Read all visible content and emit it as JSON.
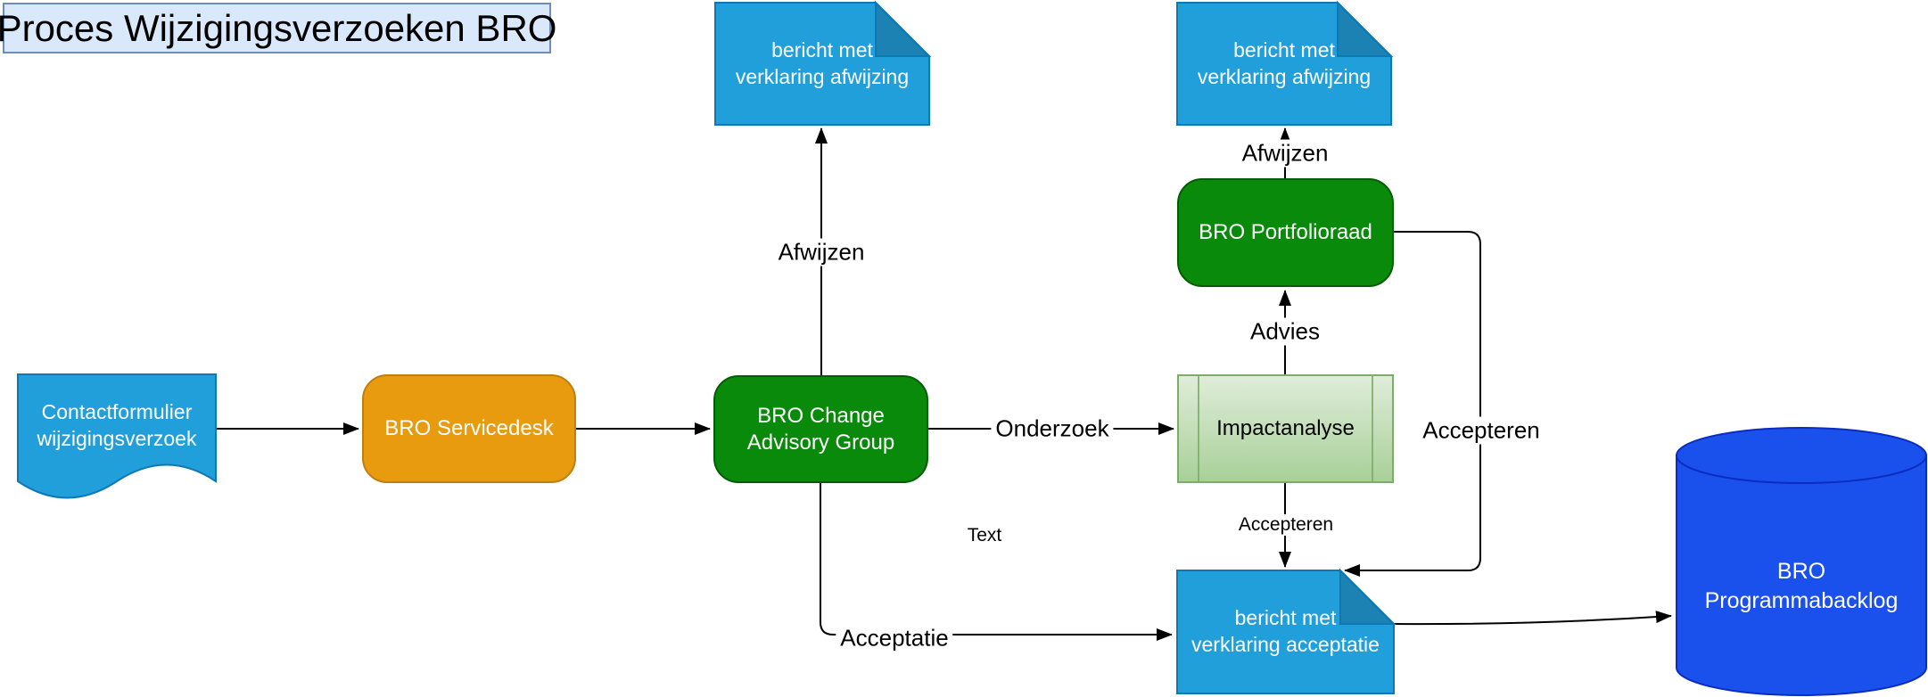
{
  "title": {
    "label": "Proces Wijzigingsverzoeken BRO"
  },
  "nodes": {
    "contactformulier": {
      "label": "Contactformulier\nwijzigingsverzoek",
      "type": "document"
    },
    "servicedesk": {
      "label": "BRO Servicedesk",
      "type": "rounded-rectangle"
    },
    "cag": {
      "label": "BRO Change\nAdvisory Group",
      "type": "rounded-rectangle"
    },
    "bericht_afwijzing_1": {
      "label": "bericht met\nverklaring afwijzing",
      "type": "note"
    },
    "bericht_afwijzing_2": {
      "label": "bericht met\nverklaring afwijzing",
      "type": "note"
    },
    "portfolioraad": {
      "label": "BRO Portfolioraad",
      "type": "rounded-rectangle"
    },
    "impactanalyse": {
      "label": "Impactanalyse",
      "type": "predefined-process"
    },
    "bericht_acceptatie": {
      "label": "bericht met\nverklaring acceptatie",
      "type": "note"
    },
    "programmabacklog": {
      "label": "BRO\nProgrammabacklog",
      "type": "database-cylinder"
    }
  },
  "edge_labels": {
    "afwijzen_cag": "Afwijzen",
    "onderzoek": "Onderzoek",
    "advies": "Advies",
    "afwijzen_portfolio": "Afwijzen",
    "accepteren_portfolio": "Accepteren",
    "accepteren_impact": "Accepteren",
    "acceptatie": "Acceptatie",
    "text_note": "Text"
  },
  "colors": {
    "title_fill": "#DAE8FC",
    "title_stroke": "#6C8EBF",
    "doc_fill": "#219FDB",
    "doc_stroke": "#0E78B5",
    "orange_fill": "#E99B10",
    "orange_stroke": "#BF7E0E",
    "green_fill": "#0A8A0A",
    "green_stroke": "#045C04",
    "lightgreen_fill_top": "#DFEDD9",
    "lightgreen_fill_bottom": "#A8D098",
    "lightgreen_stroke": "#7EAC6A",
    "cylinder_fill": "#1A50EC",
    "cylinder_stroke": "#0A2DC0",
    "edge_color": "#000000"
  }
}
